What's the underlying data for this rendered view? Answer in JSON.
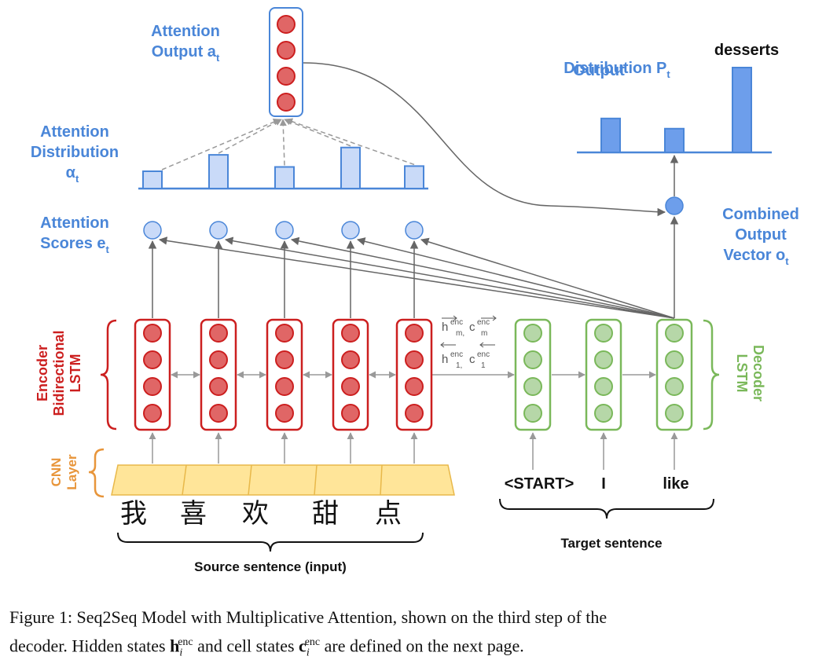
{
  "labels": {
    "attention_output": [
      "Attention",
      "Output a"
    ],
    "attention_output_sub": "t",
    "attention_distribution": [
      "Attention",
      "Distribution",
      "α"
    ],
    "attention_distribution_sub": "t",
    "attention_scores": [
      "Attention",
      "Scores e"
    ],
    "attention_scores_sub": "t",
    "output_distribution": [
      "Output",
      "Distribution P"
    ],
    "output_distribution_sub": "t",
    "predicted_word": "desserts",
    "combined_output": [
      "Combined",
      "Output",
      "Vector o"
    ],
    "combined_output_sub": "t",
    "encoder": [
      "Encoder",
      "Bidirectional",
      "LSTM"
    ],
    "decoder": [
      "Decoder",
      "LSTM"
    ],
    "cnn": [
      "CNN",
      "Layer"
    ],
    "h_enc_m": "h",
    "enc_sup": "enc",
    "m_sub": "m,",
    "c_enc_m": "c",
    "m_sub2": "m",
    "one_sub": "1,",
    "one_sub2": "1",
    "source_caption": "Source sentence (input)",
    "target_caption": "Target sentence"
  },
  "source_words": [
    "我",
    "喜",
    "欢",
    "甜",
    "点"
  ],
  "target_words": [
    "<START>",
    "I",
    "like"
  ],
  "attention_distribution_values": [
    0.4,
    0.78,
    0.5,
    0.95,
    0.52
  ],
  "output_distribution_values": [
    0.4,
    0.28,
    1.0
  ],
  "colors": {
    "encoder": "#cc1f1f",
    "encoder_fill": "#e06666",
    "decoder": "#7ab85a",
    "decoder_fill": "#b6d7a8",
    "attention": "#4a86d8",
    "attention_fill": "#c9daf8",
    "cnn_fill": "#ffe599",
    "cnn_stroke": "#e8b84a"
  },
  "caption": {
    "prefix": "Figure 1: Seq2Seq Model with Multiplicative Attention, shown on the third step of the",
    "line2_a": "decoder. Hidden states ",
    "h": "h",
    "i_sub": "i",
    "enc_sup": "enc",
    "line2_b": " and cell states ",
    "c": "c",
    "line2_c": " are defined on the next page."
  }
}
